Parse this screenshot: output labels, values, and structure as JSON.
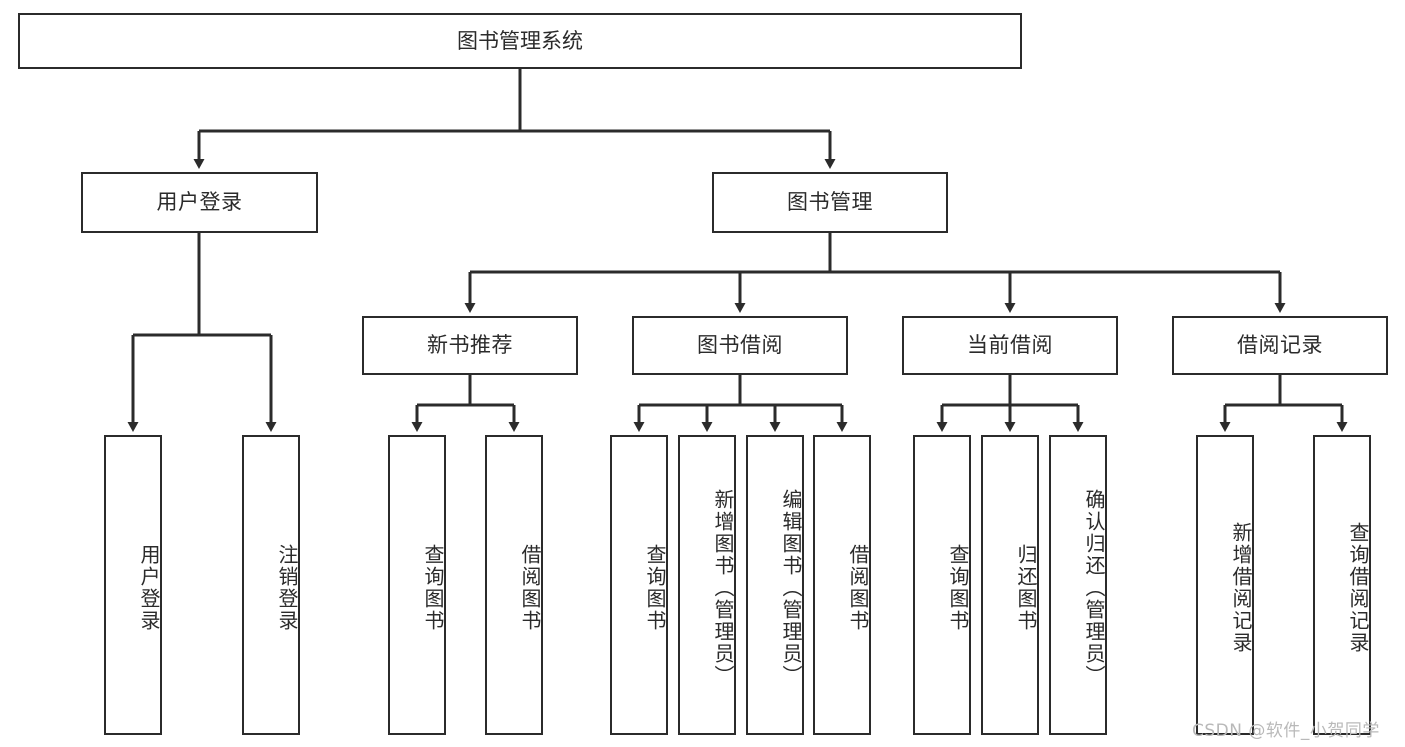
{
  "diagram": {
    "title": "图书管理系统",
    "type": "tree-hierarchy",
    "watermark": "CSDN @软件_小贺同学",
    "stroke_color": "#2b2b2b",
    "background_color": "#ffffff",
    "text_color": "#2b2b2b",
    "watermark_color": "#b9b9b9"
  },
  "nodes": {
    "root": {
      "label": "图书管理系统"
    },
    "level2": [
      {
        "label": "用户登录"
      },
      {
        "label": "图书管理"
      }
    ],
    "level3": [
      {
        "label": "新书推荐"
      },
      {
        "label": "图书借阅"
      },
      {
        "label": "当前借阅"
      },
      {
        "label": "借阅记录"
      }
    ],
    "leaves": {
      "user_login": [
        {
          "label": "用户登录"
        },
        {
          "label": "注销登录"
        }
      ],
      "new_book_recommend": [
        {
          "label": "查询图书"
        },
        {
          "label": "借阅图书"
        }
      ],
      "book_borrow": [
        {
          "label": "查询图书"
        },
        {
          "label": "新增图书（管理员）"
        },
        {
          "label": "编辑图书（管理员）"
        },
        {
          "label": "借阅图书"
        }
      ],
      "current_borrow": [
        {
          "label": "查询图书"
        },
        {
          "label": "归还图书"
        },
        {
          "label": "确认归还（管理员）"
        }
      ],
      "borrow_record": [
        {
          "label": "新增借阅记录"
        },
        {
          "label": "查询借阅记录"
        }
      ]
    }
  }
}
